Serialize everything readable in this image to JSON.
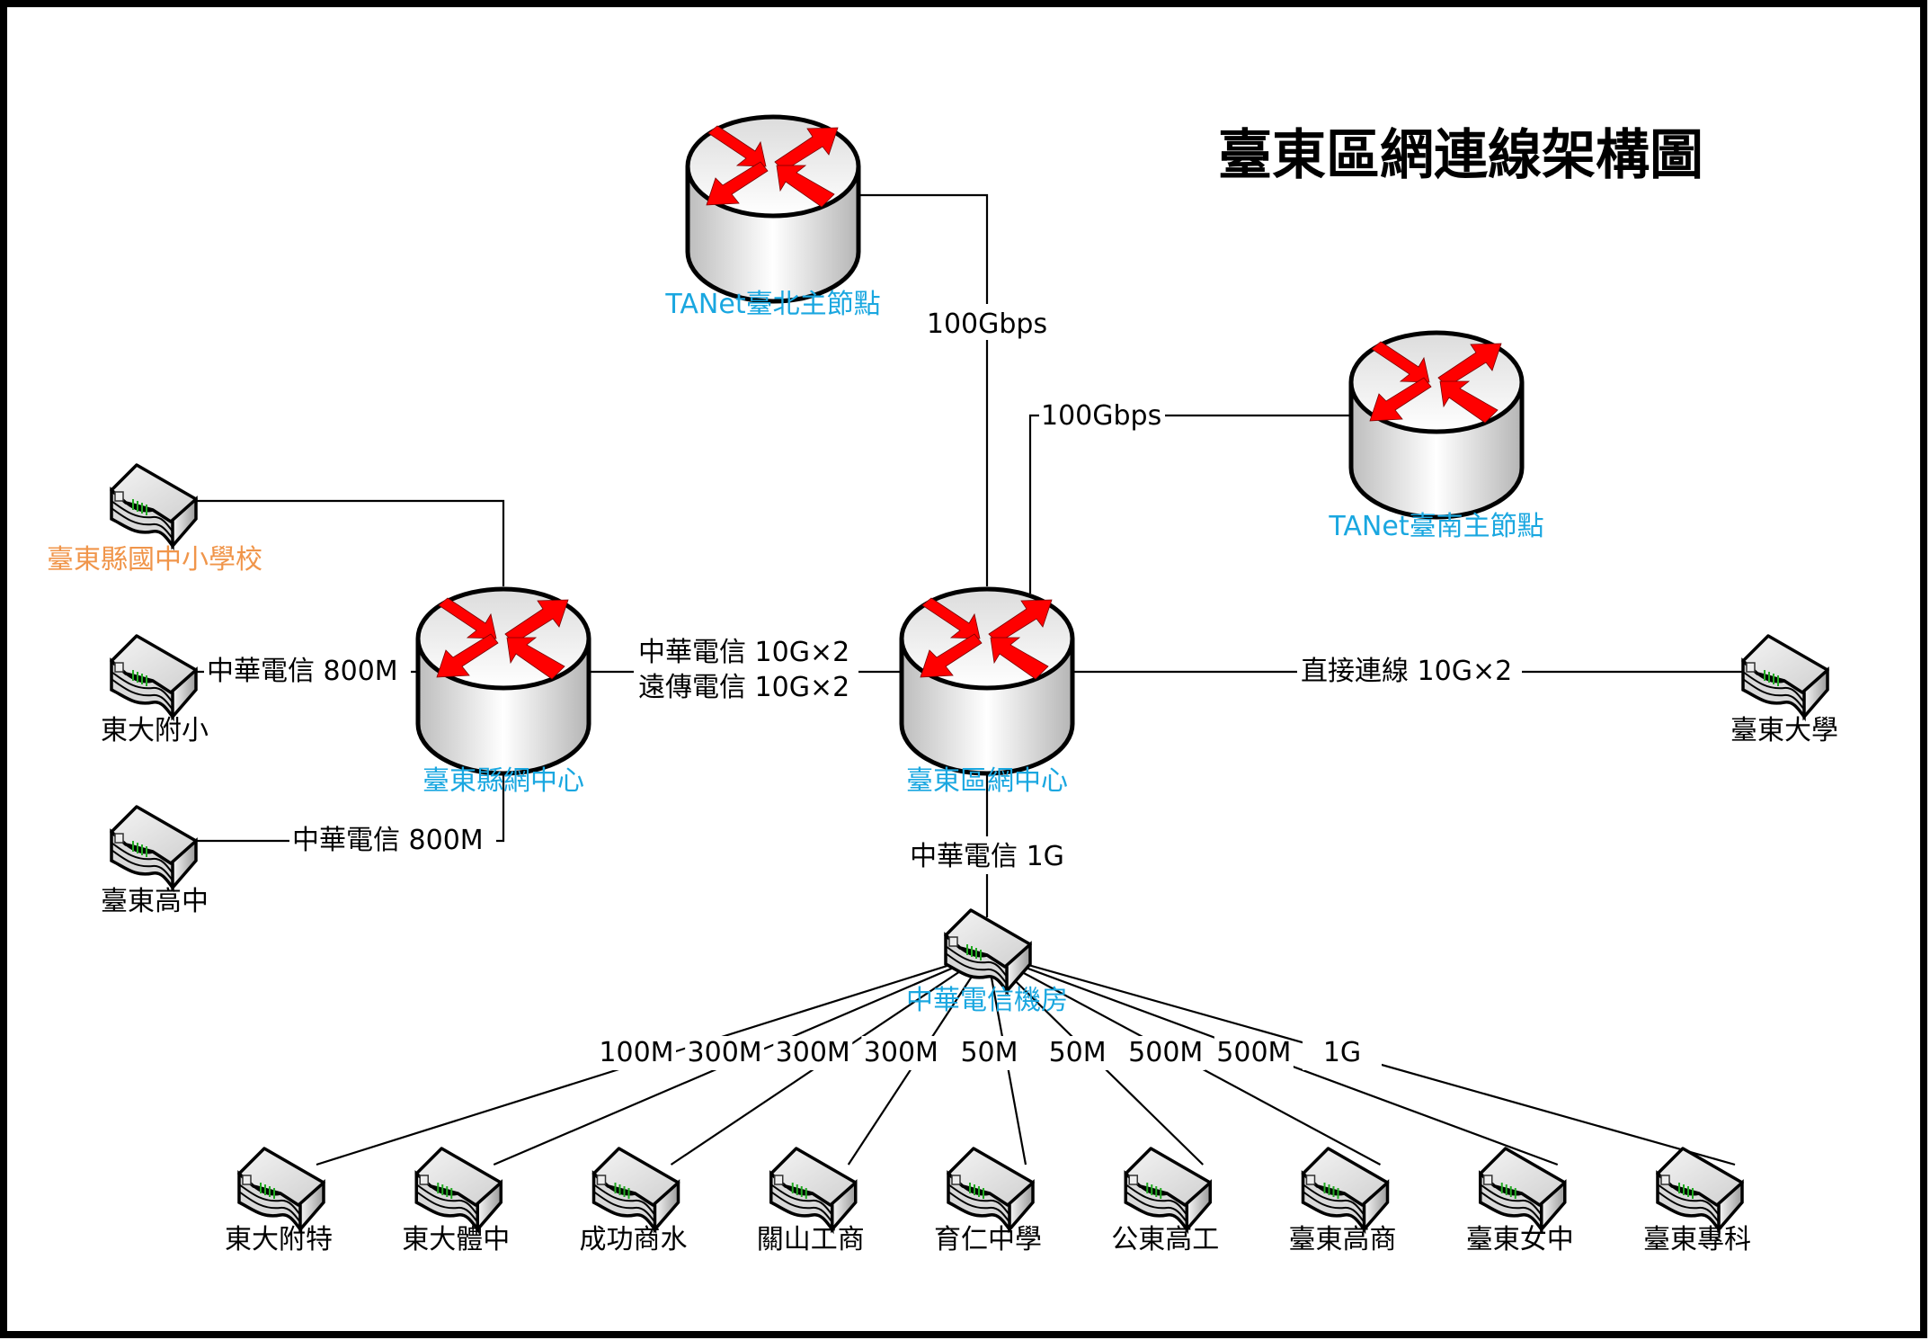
{
  "title": "臺東區網連線架構圖",
  "colors": {
    "core_label": "#1aa7e0",
    "county_schools_label": "#f0954a",
    "site_label": "#000000",
    "router_arrow": "#ff0000",
    "switch_led": "#22aa22"
  },
  "nodes": {
    "taipei": {
      "label": "TANet臺北主節點",
      "type": "router-icon"
    },
    "tainan": {
      "label": "TANet臺南主節點",
      "type": "router-icon"
    },
    "regional_center": {
      "label": "臺東區網中心",
      "type": "router-icon"
    },
    "county_center": {
      "label": "臺東縣網中心",
      "type": "router-icon"
    },
    "county_schools": {
      "label": "臺東縣國中小學校",
      "type": "switch-icon"
    },
    "dongda_elementary": {
      "label": "東大附小",
      "type": "switch-icon"
    },
    "taitung_senior": {
      "label": "臺東高中",
      "type": "switch-icon"
    },
    "nttu": {
      "label": "臺東大學",
      "type": "switch-icon"
    },
    "cht_room": {
      "label": "中華電信機房",
      "type": "switch-icon"
    }
  },
  "links": {
    "taipei_regional": "100Gbps",
    "tainan_regional": "100Gbps",
    "county_regional_line1": "中華電信 10G×2",
    "county_regional_line2": "遠傳電信 10G×2",
    "regional_nttu": "直接連線 10G×2",
    "county_dongda": "中華電信 800M",
    "county_taitung_senior": "中華電信 800M",
    "regional_cht": "中華電信 1G"
  },
  "branch_schools": [
    {
      "label": "東大附特",
      "speed": "100M"
    },
    {
      "label": "東大體中",
      "speed": "300M"
    },
    {
      "label": "成功商水",
      "speed": "300M"
    },
    {
      "label": "關山工商",
      "speed": "300M"
    },
    {
      "label": "育仁中學",
      "speed": "50M"
    },
    {
      "label": "公東高工",
      "speed": "50M"
    },
    {
      "label": "臺東高商",
      "speed": "500M"
    },
    {
      "label": "臺東女中",
      "speed": "500M"
    },
    {
      "label": "臺東專科",
      "speed": "1G"
    }
  ]
}
